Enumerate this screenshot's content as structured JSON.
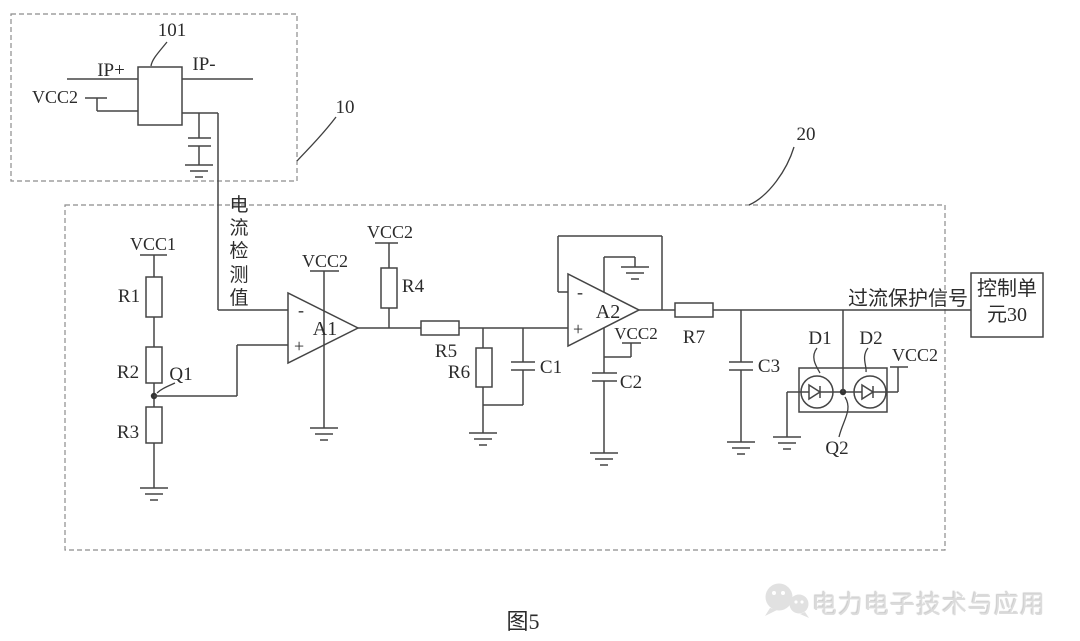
{
  "figure": {
    "caption": "图5",
    "watermark": "电力电子技术与应用"
  },
  "sensor_block": {
    "ref": "10",
    "ic_ref": "101",
    "ip_plus": "IP+",
    "ip_minus": "IP-"
  },
  "detection_block": {
    "ref": "20"
  },
  "signals": {
    "current_detect": "电流检测值",
    "overcurrent_protect": "过流保护信号"
  },
  "control_unit": {
    "line1": "控制单",
    "line2": "元30"
  },
  "supplies": {
    "vcc1": "VCC1",
    "vcc2": "VCC2"
  },
  "opamp": {
    "plus": "+",
    "minus": "-"
  },
  "components": {
    "r1": "R1",
    "r2": "R2",
    "r3": "R3",
    "r4": "R4",
    "r5": "R5",
    "r6": "R6",
    "r7": "R7",
    "c1": "C1",
    "c2": "C2",
    "c3": "C3",
    "a1": "A1",
    "a2": "A2",
    "d1": "D1",
    "d2": "D2",
    "q1": "Q1",
    "q2": "Q2"
  }
}
